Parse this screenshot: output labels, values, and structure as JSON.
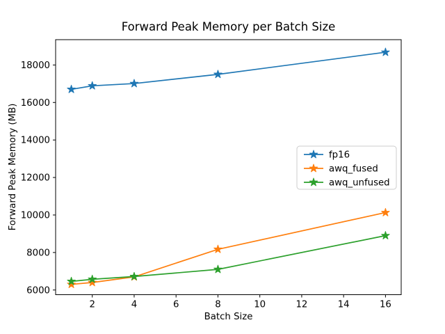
{
  "chart_data": {
    "type": "line",
    "title": "Forward Peak Memory per Batch Size",
    "xlabel": "Batch Size",
    "ylabel": "Forward Peak Memory (MB)",
    "x": [
      1,
      2,
      4,
      8,
      16
    ],
    "series": [
      {
        "name": "fp16",
        "color": "#1f77b4",
        "values": [
          16700,
          16890,
          17010,
          17500,
          18680
        ]
      },
      {
        "name": "awq_fused",
        "color": "#ff7f0e",
        "values": [
          6300,
          6400,
          6700,
          8170,
          10130
        ]
      },
      {
        "name": "awq_unfused",
        "color": "#2ca02c",
        "values": [
          6460,
          6570,
          6720,
          7100,
          8900
        ]
      }
    ],
    "xticks": [
      2,
      4,
      6,
      8,
      10,
      12,
      14,
      16
    ],
    "yticks": [
      6000,
      8000,
      10000,
      12000,
      14000,
      16000,
      18000
    ],
    "xlim": [
      0.25,
      16.75
    ],
    "ylim": [
      5750,
      19350
    ],
    "grid": false,
    "marker": "star",
    "legend_position": "center right",
    "colors": {
      "spine": "#000000",
      "background": "#ffffff",
      "legend_border": "#cccccc"
    }
  }
}
